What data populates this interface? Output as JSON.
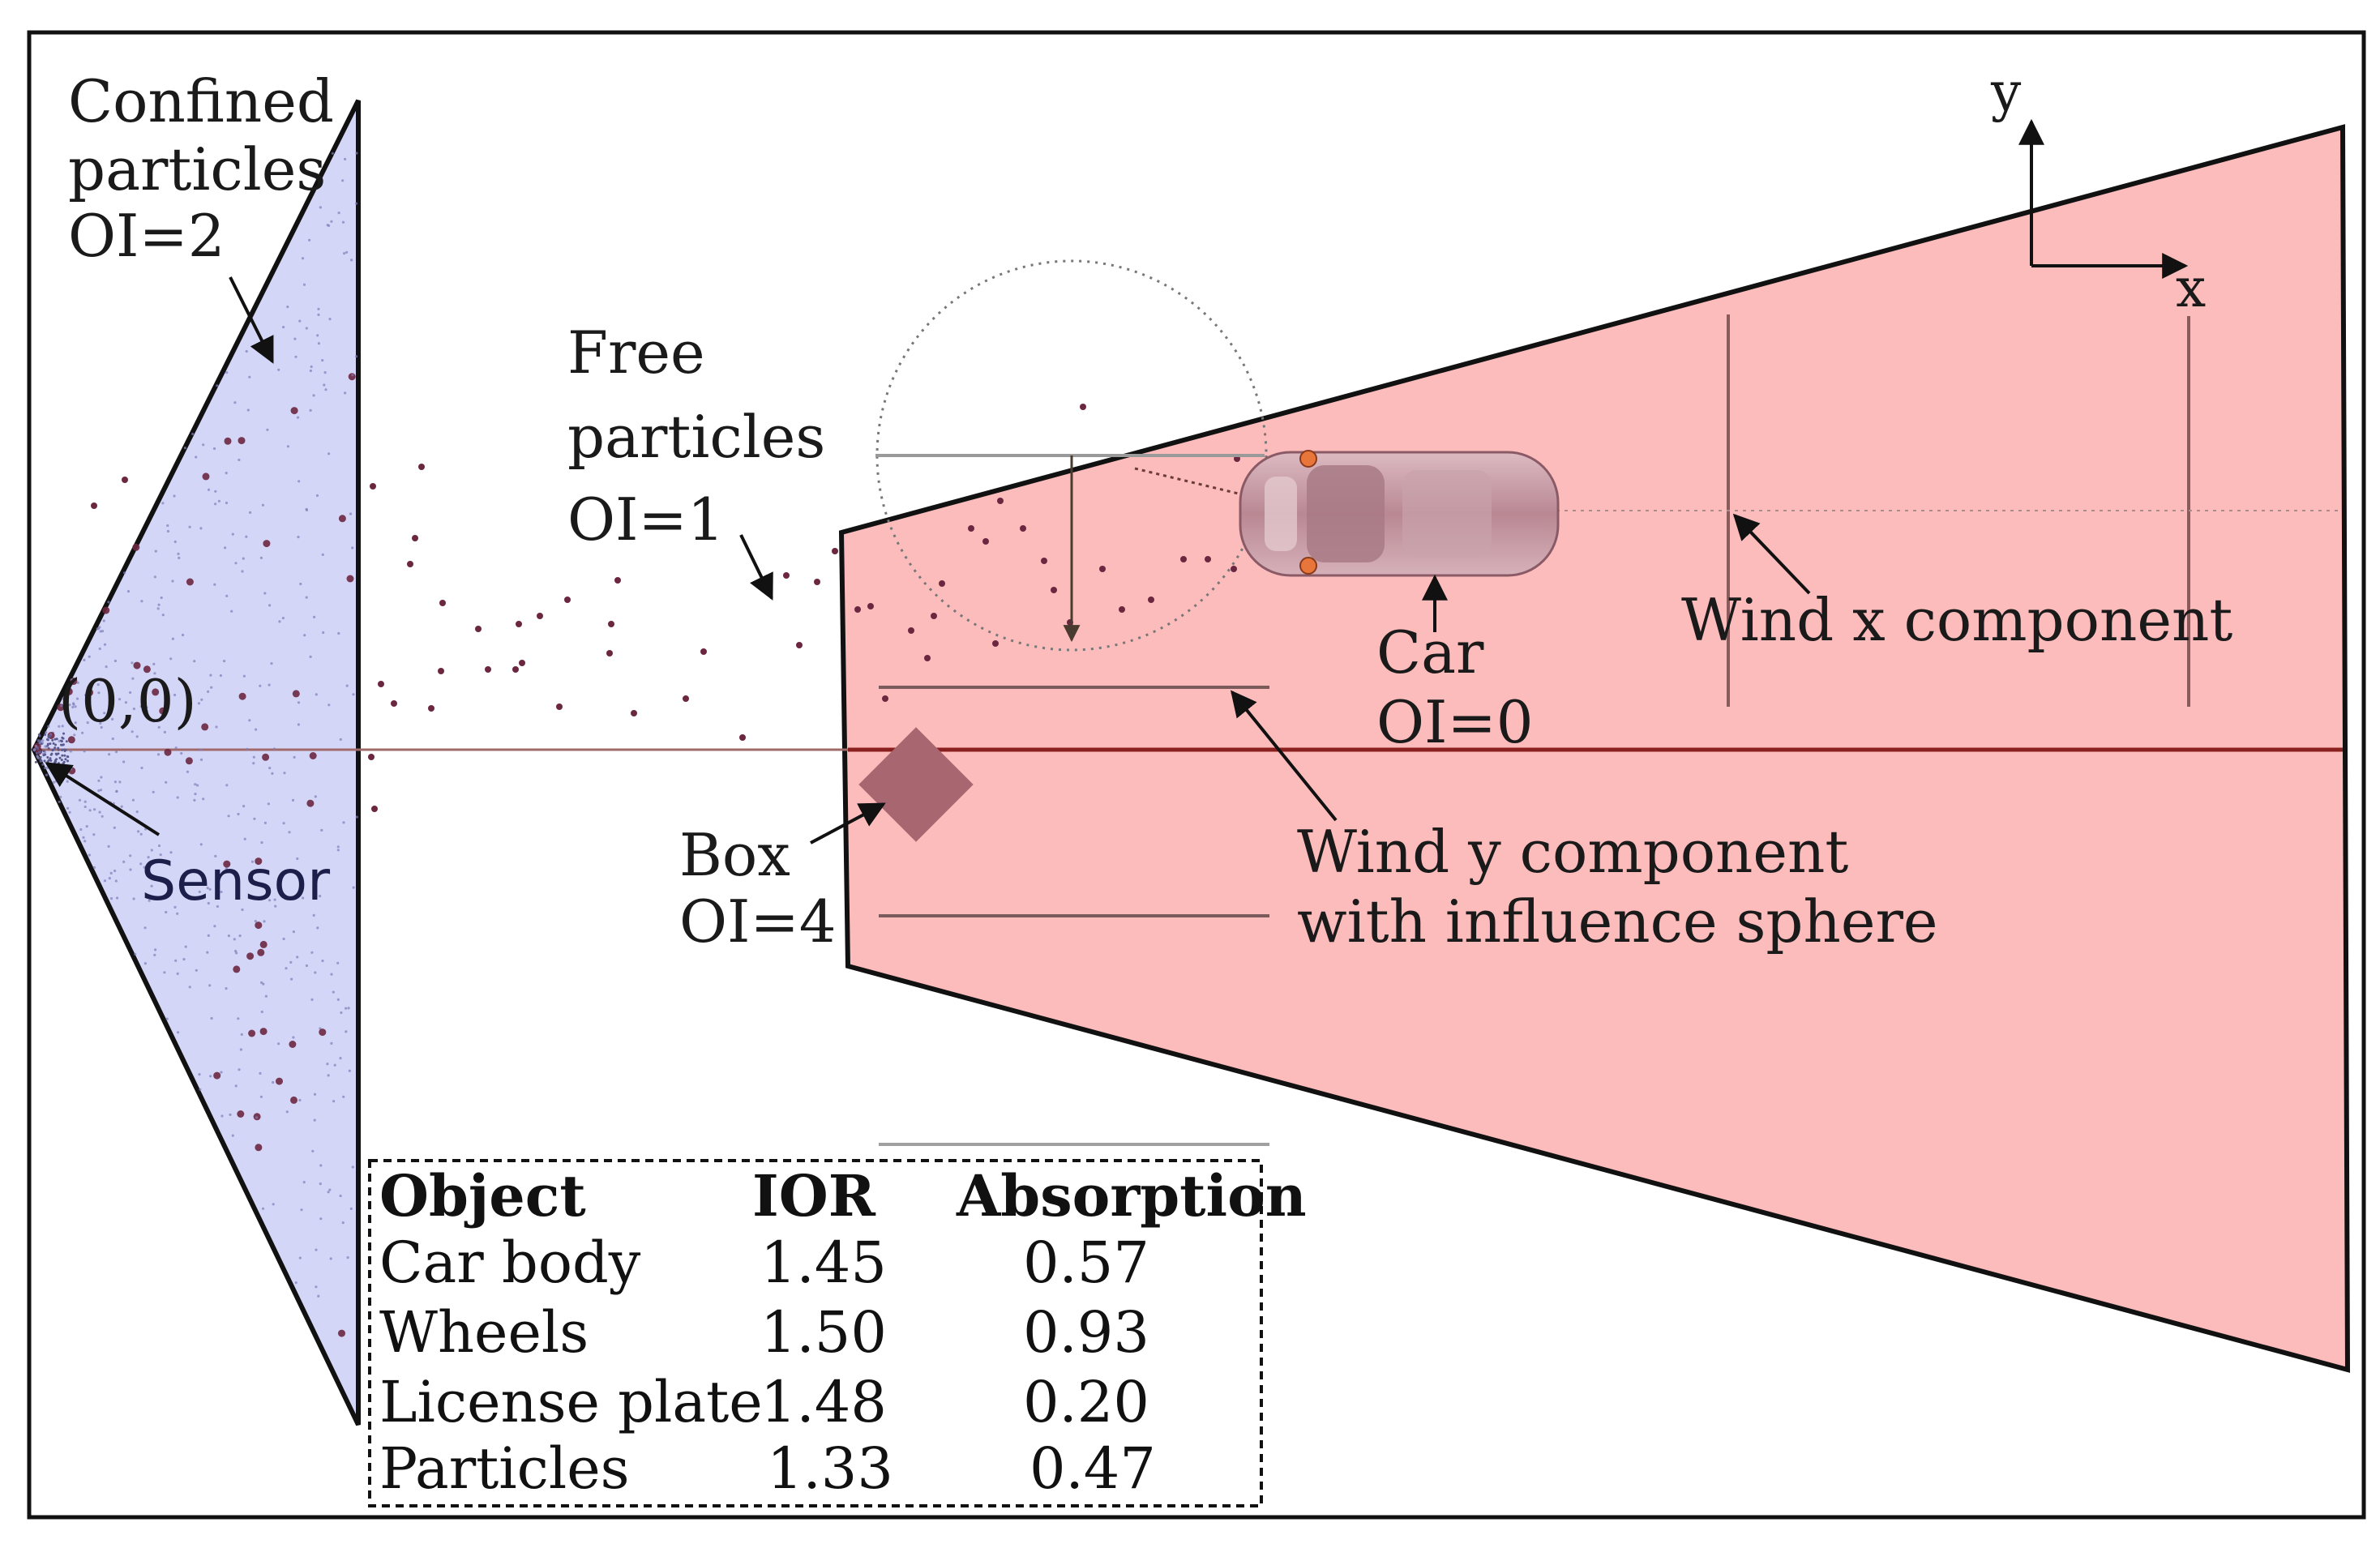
{
  "labels": {
    "confined": [
      "Confined",
      "particles",
      "OI=2"
    ],
    "free": [
      "Free",
      "particles",
      "OI=1"
    ],
    "origin": "(0,0)",
    "sensor": "Sensor",
    "box": [
      "Box",
      "OI=4"
    ],
    "car": [
      "Car",
      "OI=0"
    ],
    "wind_x": "Wind x component",
    "wind_y": [
      "Wind y component",
      "with influence sphere"
    ],
    "axis_x": "x",
    "axis_y": "y"
  },
  "table": {
    "headers": [
      "Object",
      "IOR",
      "Absorption"
    ],
    "rows": [
      [
        "Car body",
        "1.45",
        "0.57"
      ],
      [
        "Wheels",
        "1.50",
        "0.93"
      ],
      [
        "License plate",
        "1.48",
        "0.20"
      ],
      [
        "Particles",
        "1.33",
        "0.47"
      ]
    ]
  },
  "colors": {
    "sensor_region": "#d4d6f7",
    "target_region": "#fdbcbc",
    "particle": "#6b2740",
    "box": "#a86670",
    "car_body": "#c89aa4",
    "wheel_marker": "#e8763a"
  }
}
